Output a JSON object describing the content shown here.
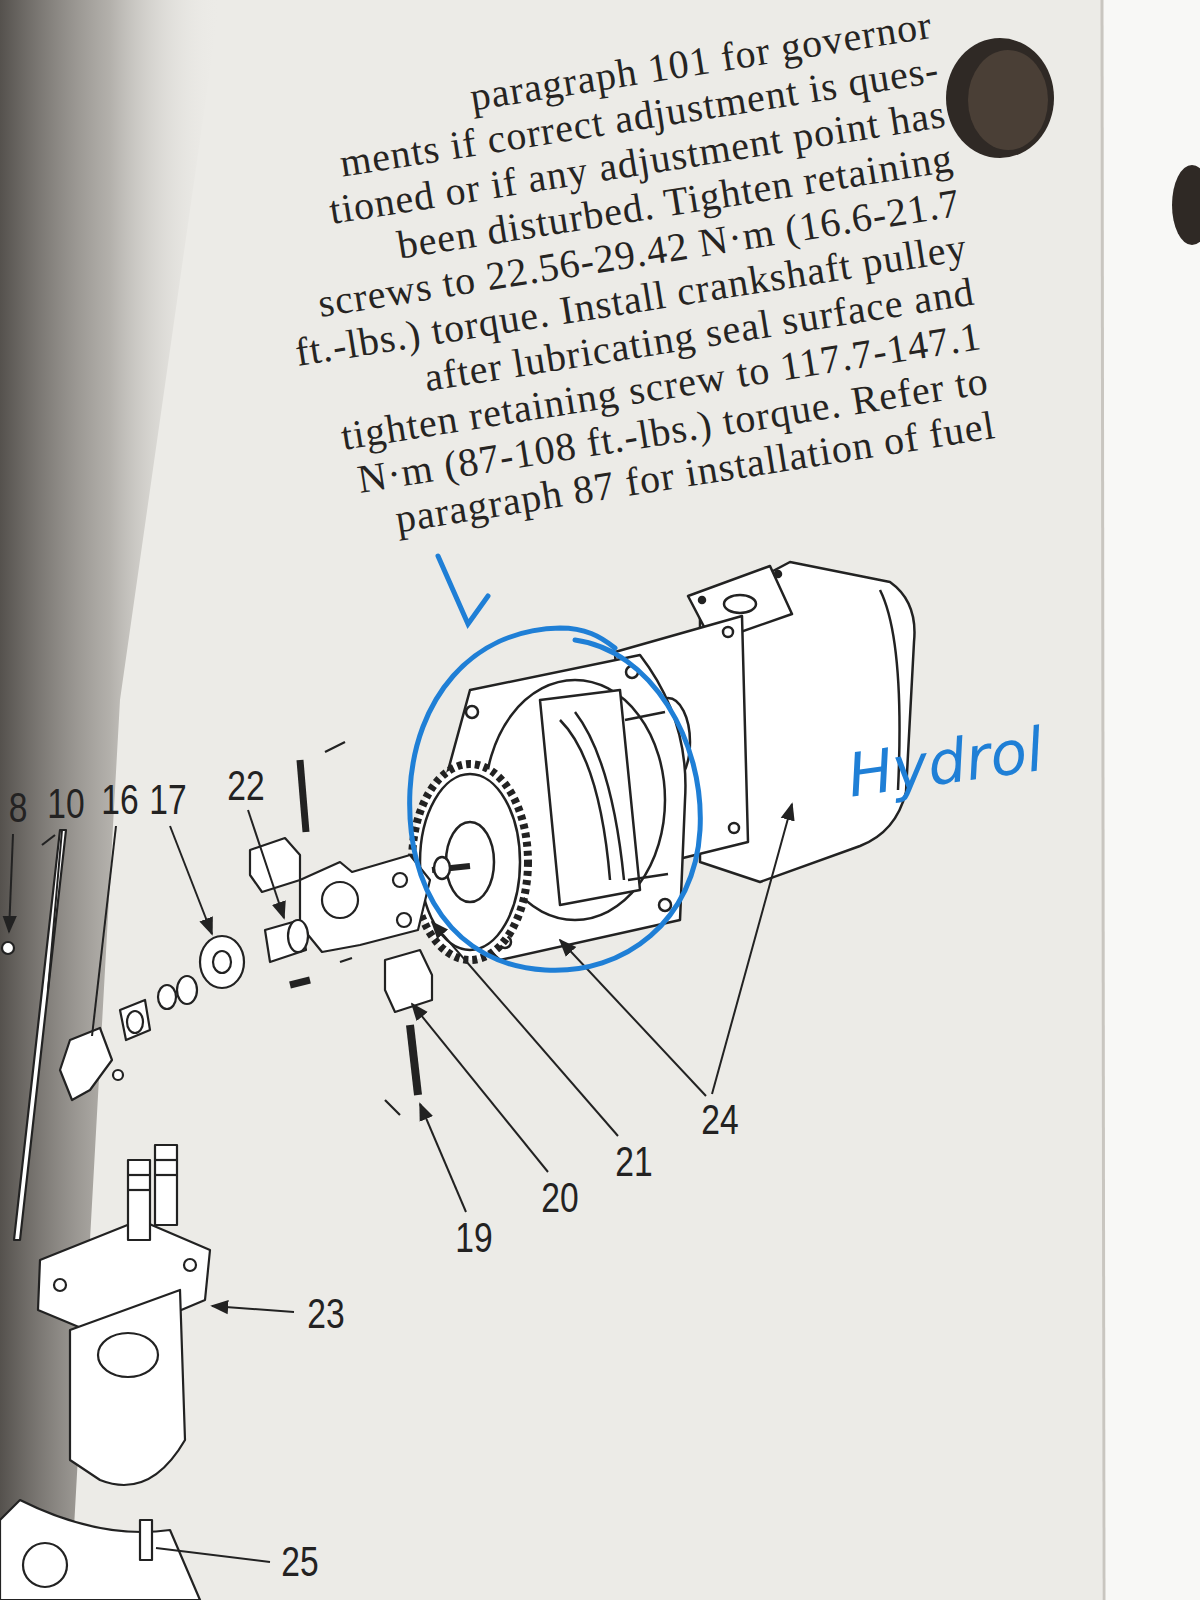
{
  "diagram": {
    "labels": [
      "paragraph 101 for governor",
      "ments if correct adjustment is ques-",
      "tioned or if any adjustment point has",
      "been disturbed. Tighten retaining",
      "screws to 22.56-29.42 N·m (16.6-21.7",
      "ft.-lbs.) torque. Install crankshaft pulley",
      "after lubricating seal surface and",
      "tighten retaining screw to 117.7-147.1",
      "N·m (87-108 ft.-lbs.) torque. Refer to",
      "paragraph 87 for installation of fuel",
      "8",
      "10",
      "16",
      "17",
      "22",
      "19",
      "20",
      "21",
      "24",
      "23",
      "25",
      "Hydrol"
    ]
  }
}
